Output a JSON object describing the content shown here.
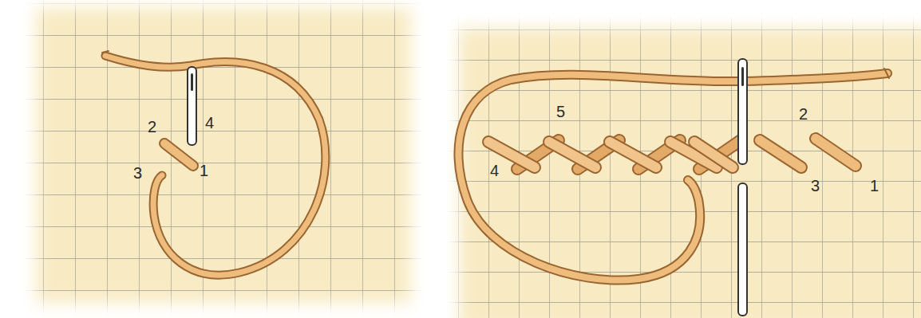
{
  "diagram": {
    "labels": [
      "4",
      "2",
      "3",
      "1",
      "5",
      "2",
      "4",
      "3",
      "1"
    ]
  }
}
